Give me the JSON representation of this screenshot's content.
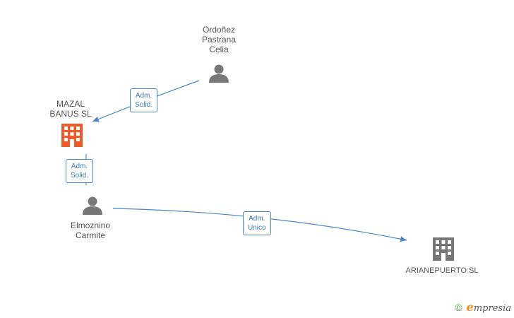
{
  "nodes": {
    "ordonez": {
      "lines": [
        "Ordoñez",
        "Pastrana",
        "Celia"
      ],
      "type": "person"
    },
    "mazal": {
      "lines": [
        "MAZAL",
        "BANUS SL"
      ],
      "type": "company",
      "color": "#f05a28"
    },
    "elmoznino": {
      "lines": [
        "Elmoznino",
        "Carmite"
      ],
      "type": "person"
    },
    "arianepuerto": {
      "lines": [
        "ARIANEPUERTO SL"
      ],
      "type": "company",
      "color": "#777777"
    }
  },
  "edges": [
    {
      "from": "ordonez",
      "to": "mazal",
      "lines": [
        "Adm.",
        "Solid."
      ]
    },
    {
      "from": "elmoznino",
      "to": "mazal",
      "lines": [
        "Adm.",
        "Solid."
      ]
    },
    {
      "from": "elmoznino",
      "to": "arianepuerto",
      "lines": [
        "Adm.",
        "Unico"
      ]
    }
  ],
  "colors": {
    "edge": "#4a86c8",
    "person": "#777777",
    "text": "#555555"
  },
  "brand": {
    "copyright": "©",
    "initial": "e",
    "rest": "mpresia"
  }
}
